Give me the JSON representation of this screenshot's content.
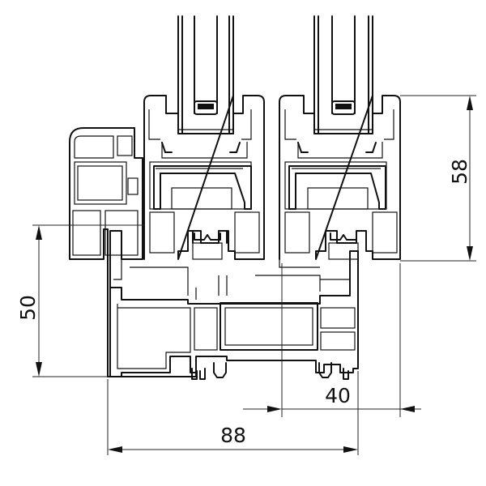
{
  "dimensions": {
    "total_width": "88",
    "sash_offset": "40",
    "frame_height": "50",
    "sash_height": "58"
  },
  "colors": {
    "line": "#111111",
    "background": "#ffffff"
  }
}
